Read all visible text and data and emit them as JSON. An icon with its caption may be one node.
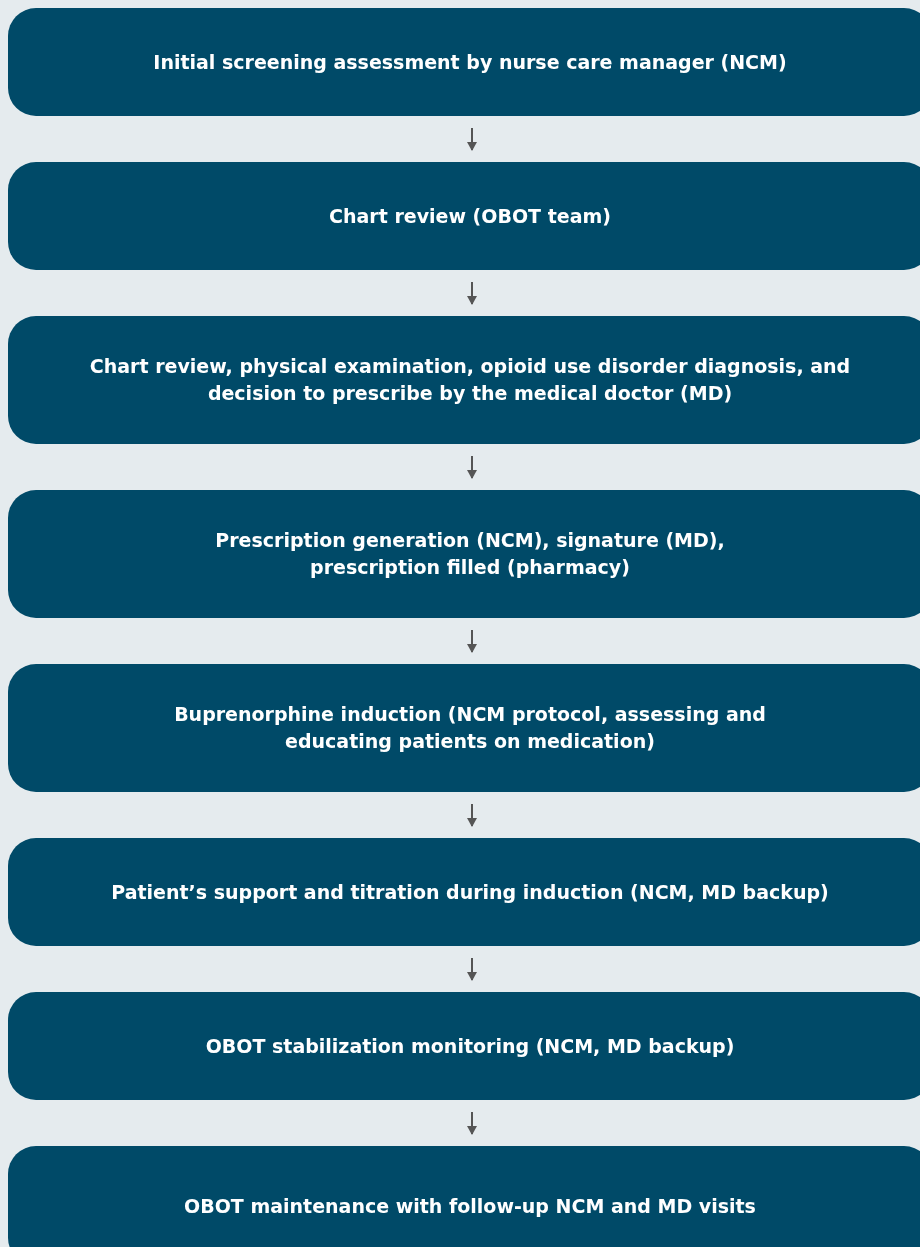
{
  "diagram": {
    "nodes": [
      {
        "text": [
          "Initial screening assessment by nurse care manager (NCM)"
        ]
      },
      {
        "text": [
          "Chart review (OBOT team)"
        ]
      },
      {
        "text": [
          "Chart review, physical examination, opioid use disorder diagnosis, and decision to prescribe by the medical doctor (MD)"
        ]
      },
      {
        "text": [
          "Prescription generation (NCM), signature (MD), prescription filled (pharmacy)"
        ]
      },
      {
        "text": [
          "Buprenorphine induction (NCM protocol, assessing and educating patients on medication)"
        ]
      },
      {
        "text": [
          "Patient’s support and titration during induction (NCM, MD backup)"
        ]
      },
      {
        "text": [
          "OBOT stabilization monitoring (NCM, MD backup)"
        ]
      },
      {
        "text": [
          "OBOT maintenance with follow-up NCM and MD visits"
        ]
      }
    ],
    "edges": [
      {
        "from": 0,
        "to": 1,
        "arrow": "to"
      },
      {
        "from": 1,
        "to": 2,
        "arrow": "to"
      },
      {
        "from": 2,
        "to": 3,
        "arrow": "to"
      },
      {
        "from": 3,
        "to": 4,
        "arrow": "to"
      },
      {
        "from": 4,
        "to": 5,
        "arrow": "to"
      },
      {
        "from": 5,
        "to": 6,
        "arrow": "to"
      },
      {
        "from": 6,
        "to": 7,
        "arrow": "to"
      }
    ]
  }
}
